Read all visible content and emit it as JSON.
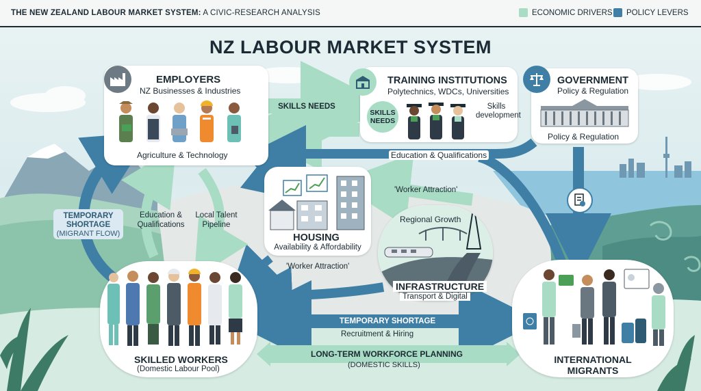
{
  "header": {
    "doc_title_bold": "THE NEW ZEALAND LABOUR MARKET SYSTEM:",
    "doc_title_rest": " A CIVIC-RESEARCH ANALYSIS",
    "legend": [
      {
        "label": "ECONOMIC DRIVERS",
        "color": "#a9dcc4"
      },
      {
        "label": "POLICY LEVERS",
        "color": "#3f7fa6"
      }
    ]
  },
  "main_title": "NZ LABOUR MARKET SYSTEM",
  "nodes": {
    "employers": {
      "title": "EMPLOYERS",
      "subtitle": "NZ Businesses & Industries",
      "caption": "Agriculture  & Technology",
      "icon": "factory-icon"
    },
    "training": {
      "title": "TRAINING INSTITUTIONS",
      "subtitle": "Polytechnics, WDCs, Universities",
      "circle": "SKILLS NEEDS",
      "note": "Skills development",
      "icon": "school-building-icon"
    },
    "government": {
      "title": "GOVERNMENT",
      "subtitle": "Policy & Regulation",
      "caption": "Policy & Regulation",
      "icon": "scales-icon"
    },
    "housing": {
      "title": "HOUSING",
      "subtitle": "Availability & Affordability"
    },
    "infrastructure": {
      "title": "INFRASTRUCTURE",
      "subtitle": "Transport & Digital",
      "scene_label": "Regional Growth"
    },
    "workers": {
      "title": "SKILLED WORKERS",
      "subtitle": "(Domestic Labour Pool)"
    },
    "migrants": {
      "title": "INTERNATIONAL MIGRANTS",
      "title_line1": "INTERNATIONAL",
      "title_line2": "MIGRANTS"
    }
  },
  "flows": {
    "skills_needs": "SKILLS NEEDS",
    "education_qualifications": "Education & Qualifications",
    "worker_attraction_right": "'Worker Attraction'",
    "worker_attraction_left": "'Worker Attraction'",
    "temp_shortage_left_title": "TEMPORARY SHORTAGE",
    "temp_shortage_left_sub": "(MIGRANT FLOW)",
    "edu_qual_left_1": "Education &",
    "edu_qual_left_2": "Qualifications",
    "local_talent_1": "Local Talent",
    "local_talent_2": "Pipeline",
    "temp_shortage_bottom": "TEMPORARY SHORTAGE",
    "recruitment": "Recruitment & Hiring",
    "long_term": "LONG-TERM WORKFORCE PLANNING",
    "domestic_skills": "(DOMESTIC SKILLS)"
  },
  "colors": {
    "policy_blue": "#3f7fa6",
    "driver_mint": "#a9dcc4",
    "ink": "#1b2a33"
  }
}
